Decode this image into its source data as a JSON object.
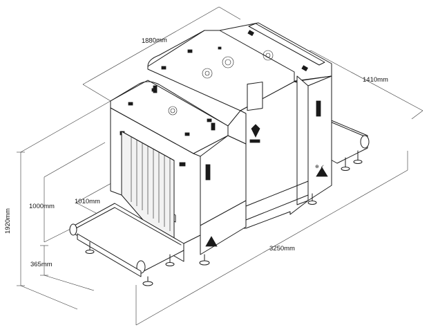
{
  "dimensions": {
    "length": "3250mm",
    "width": "1410mm",
    "top_length": "1880mm",
    "height": "1920mm",
    "tunnel_height": "1000mm",
    "tunnel_width": "1010mm",
    "conveyor_height": "365mm"
  },
  "colors": {
    "line": "#1a1a1a",
    "background": "#ffffff"
  }
}
